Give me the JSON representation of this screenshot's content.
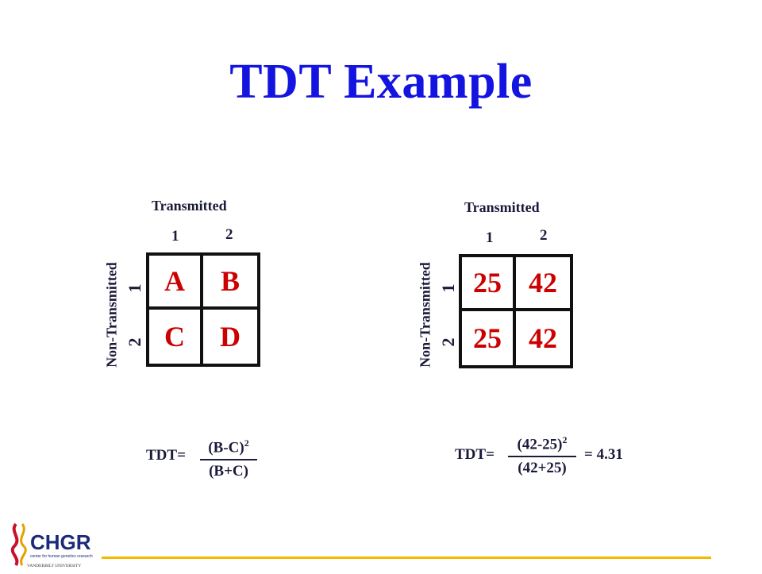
{
  "title": "TDT Example",
  "left": {
    "transmitted": "Transmitted",
    "non_transmitted": "Non-Transmitted",
    "col1": "1",
    "col2": "2",
    "row1": "1",
    "row2": "2",
    "cells": [
      "A",
      "B",
      "C",
      "D"
    ],
    "formula_label": "TDT=",
    "numerator": "(B-C)",
    "exponent": "2",
    "denominator": "(B+C)"
  },
  "right": {
    "transmitted": "Transmitted",
    "non_transmitted": "Non-Transmitted",
    "col1": "1",
    "col2": "2",
    "row1": "1",
    "row2": "2",
    "cells": [
      "25",
      "42",
      "25",
      "42"
    ],
    "formula_label": "TDT=",
    "numerator": "(42-25)",
    "exponent": "2",
    "denominator": "(42+25)",
    "result": "= 4.31"
  },
  "logo": {
    "text": "CHGR",
    "subtitle": "center for human genetics research",
    "university": "VANDERBILT UNIVERSITY"
  },
  "colors": {
    "title": "#1414e0",
    "cells": "#cc0000",
    "accent_line": "#f5b800"
  }
}
